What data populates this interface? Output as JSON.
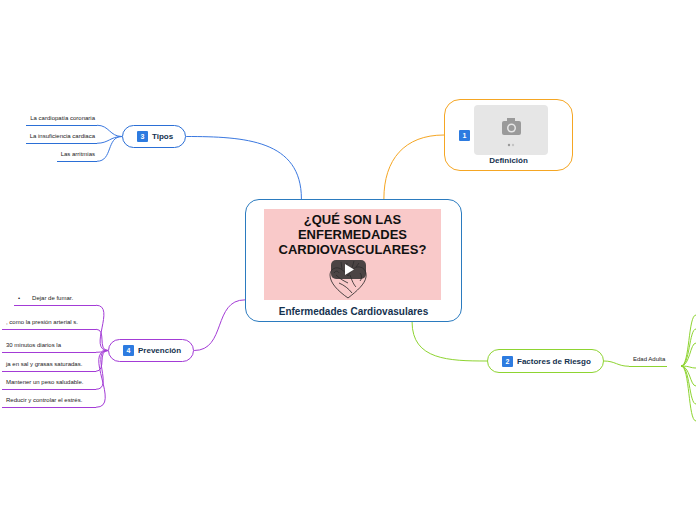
{
  "diagram": {
    "nodes": [
      {
        "text": [
          "Enfermedades Cardiovasulares"
        ]
      },
      {
        "text": [
          "¿QUÉ SON LAS ENFERMEDADES CARDIOVASCULARES?"
        ],
        "in": 0
      },
      {
        "text": [
          "1",
          "Definición"
        ]
      },
      {
        "text": [
          "2",
          "Factores de Riesgo"
        ]
      },
      {
        "text": [
          "Edad Adulta"
        ]
      },
      {
        "text": [
          "3",
          "Tipos"
        ]
      },
      {
        "text": [
          "La cardiopatía coronaria"
        ]
      },
      {
        "text": [
          "La insuficiencia cardiaca"
        ]
      },
      {
        "text": [
          "Las arritmias"
        ]
      },
      {
        "text": [
          "4",
          "Prevención"
        ]
      },
      {
        "text": [
          "•",
          "Dejar de fumar."
        ]
      },
      {
        "text": [
          ", como la presión arterial s."
        ]
      },
      {
        "text": [
          "30 minutos diarios la"
        ]
      },
      {
        "text": [
          "ja en sal y grasas saturadas."
        ]
      },
      {
        "text": [
          "Mantener un peso saludable."
        ]
      },
      {
        "text": [
          "Reducir y controlar el estrés."
        ]
      }
    ],
    "edges": [
      {
        "from": 0,
        "to": 2,
        "arrow": "none"
      },
      {
        "from": 0,
        "to": 3,
        "arrow": "none"
      },
      {
        "from": 3,
        "to": 4,
        "arrow": "none"
      },
      {
        "from": 0,
        "to": 5,
        "arrow": "none"
      },
      {
        "from": 5,
        "to": 6,
        "arrow": "none"
      },
      {
        "from": 5,
        "to": 7,
        "arrow": "none"
      },
      {
        "from": 5,
        "to": 8,
        "arrow": "none"
      },
      {
        "from": 0,
        "to": 9,
        "arrow": "none"
      },
      {
        "from": 9,
        "to": 10,
        "arrow": "none"
      },
      {
        "from": 9,
        "to": 11,
        "arrow": "none"
      },
      {
        "from": 9,
        "to": 12,
        "arrow": "none"
      },
      {
        "from": 9,
        "to": 13,
        "arrow": "none"
      },
      {
        "from": 9,
        "to": 14,
        "arrow": "none"
      },
      {
        "from": 9,
        "to": 15,
        "arrow": "none"
      }
    ]
  }
}
